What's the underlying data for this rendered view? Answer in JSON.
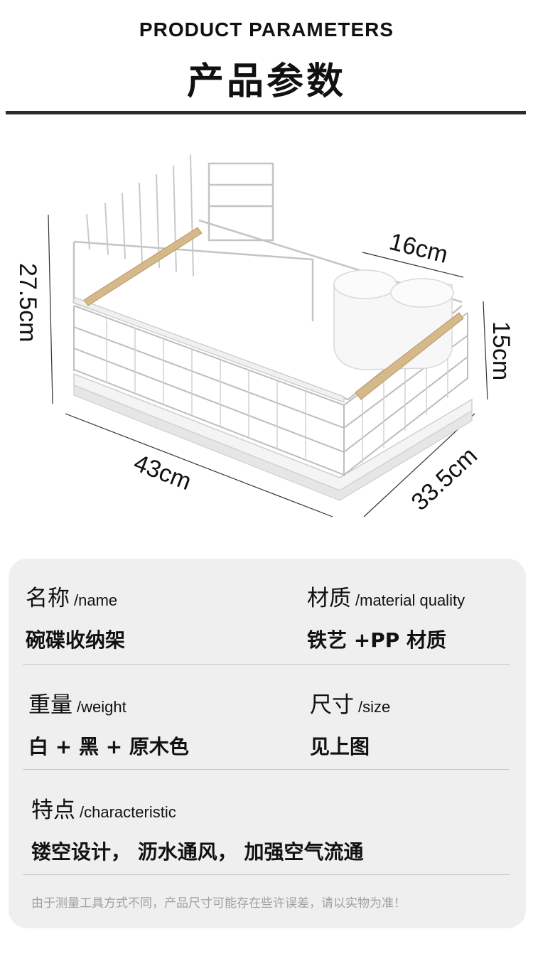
{
  "header": {
    "title_en": "PRODUCT PARAMETERS",
    "title_cn": "产品参数"
  },
  "dimensions": {
    "height": "27.5cm",
    "width": "43cm",
    "depth": "33.5cm",
    "cup_width": "16cm",
    "cup_height": "15cm"
  },
  "params": {
    "name_label": "名称",
    "name_label_en": "/name",
    "name_value": "碗碟收纳架",
    "material_label": "材质",
    "material_label_en": "/material quality",
    "material_value": "铁艺 +PP 材质",
    "weight_label": "重量",
    "weight_label_en": "/weight",
    "weight_value": "白 + 黑 + 原木色",
    "size_label": "尺寸",
    "size_label_en": "/size",
    "size_value": "见上图",
    "feature_label": "特点",
    "feature_label_en": "/characteristic",
    "feature_value": "镂空设计，  沥水通风，  加强空气流通",
    "disclaimer": "由于测量工具方式不同，产品尺寸可能存在些许误差，请以实物为准！"
  }
}
